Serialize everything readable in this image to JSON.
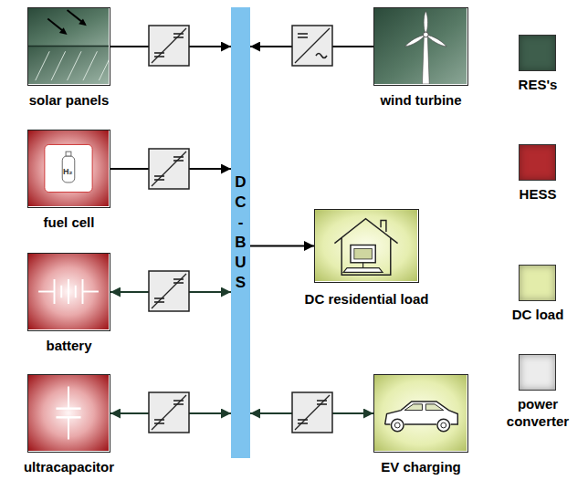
{
  "diagram": {
    "nodes": [
      {
        "text": [
          "solar panels"
        ]
      },
      {
        "text": [
          "wind turbine"
        ]
      },
      {
        "text": [
          "fuel cell"
        ]
      },
      {
        "text": [
          "DC-BUS"
        ]
      },
      {
        "text": [
          "DC residential load"
        ]
      },
      {
        "text": [
          "battery"
        ]
      },
      {
        "text": [
          "ultracapacitor"
        ]
      },
      {
        "text": [
          "EV charging"
        ]
      }
    ],
    "edges": [
      {
        "from": 0,
        "to": 3,
        "arrow": "to"
      },
      {
        "from": 1,
        "to": 3,
        "arrow": "to"
      },
      {
        "from": 2,
        "to": 3,
        "arrow": "to"
      },
      {
        "from": 3,
        "to": 4,
        "arrow": "to"
      },
      {
        "from": 5,
        "to": 3,
        "arrow": "both"
      },
      {
        "from": 6,
        "to": 3,
        "arrow": "both"
      },
      {
        "from": 7,
        "to": 3,
        "arrow": "both"
      }
    ],
    "labels": [
      "H₂"
    ],
    "legend": [
      {
        "text": "RES's",
        "color": "#3e5e4c"
      },
      {
        "text": "HESS",
        "color": "#b22a2e"
      },
      {
        "text": "DC load",
        "color": "#e3ecaa"
      },
      {
        "text": "power converter",
        "color": "#ececec"
      }
    ]
  }
}
